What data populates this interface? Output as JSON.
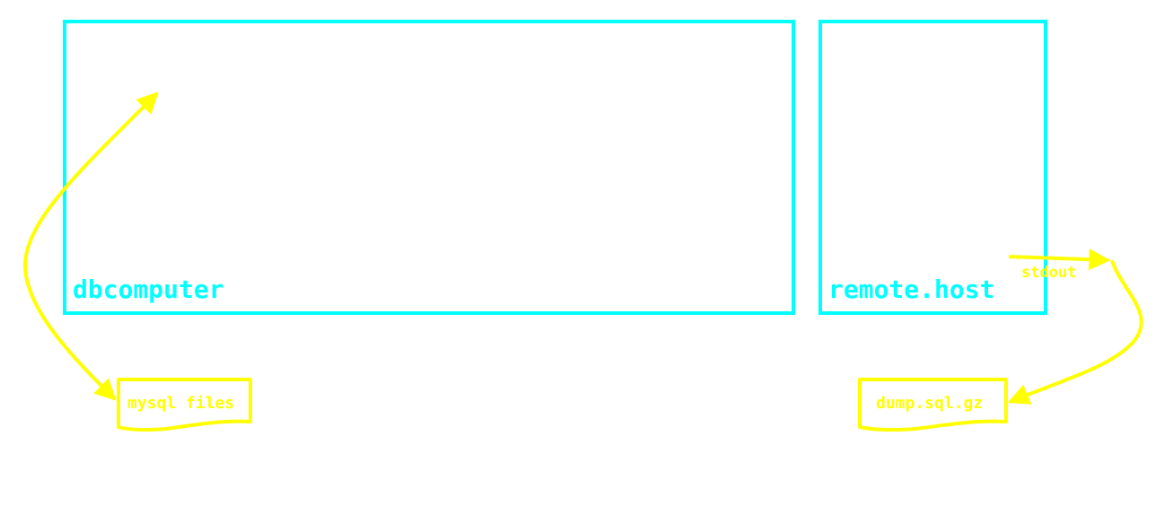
{
  "colors": {
    "background": "#ffffff",
    "host_box": "#00ffff",
    "data_flow": "#ffff00"
  },
  "hosts": {
    "dbcomputer": {
      "label": "dbcomputer"
    },
    "remote": {
      "label": "remote.host"
    }
  },
  "files": {
    "mysql": {
      "label": "mysql files"
    },
    "dump": {
      "label": "dump.sql.gz"
    }
  },
  "edges": {
    "stdout": {
      "label": "stdout"
    }
  }
}
